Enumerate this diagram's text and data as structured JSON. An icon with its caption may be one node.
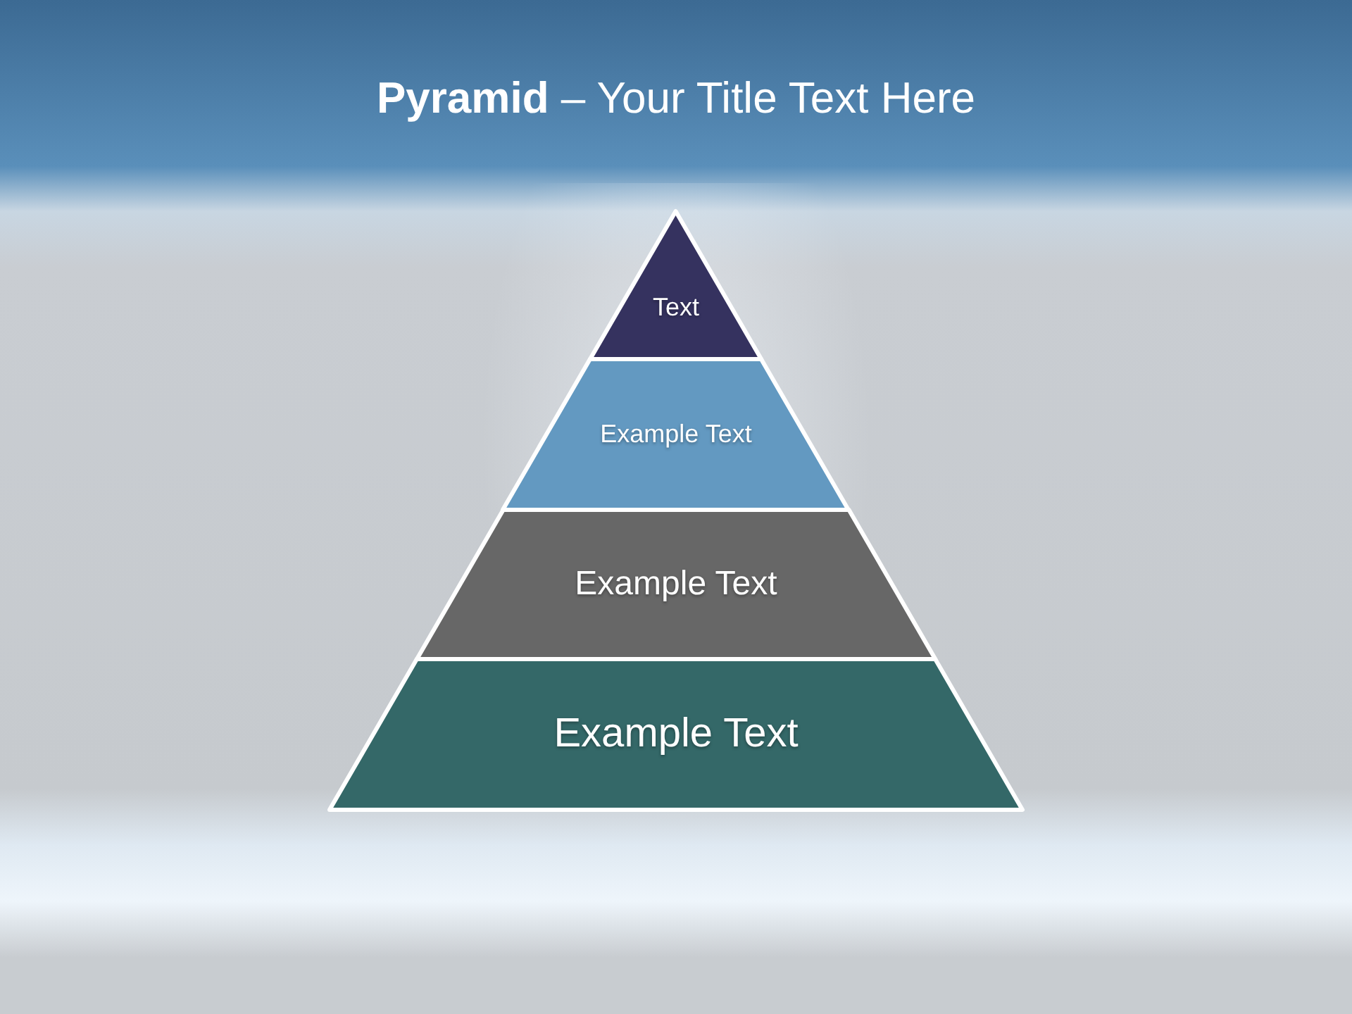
{
  "diagram": {
    "title": "**Pyramid** – Your Title Text Here",
    "nodes": [
      {
        "text": [
          "Text"
        ]
      },
      {
        "text": [
          "Example Text"
        ]
      },
      {
        "text": [
          "Example Text"
        ]
      },
      {
        "text": [
          "Example Text"
        ]
      }
    ]
  }
}
